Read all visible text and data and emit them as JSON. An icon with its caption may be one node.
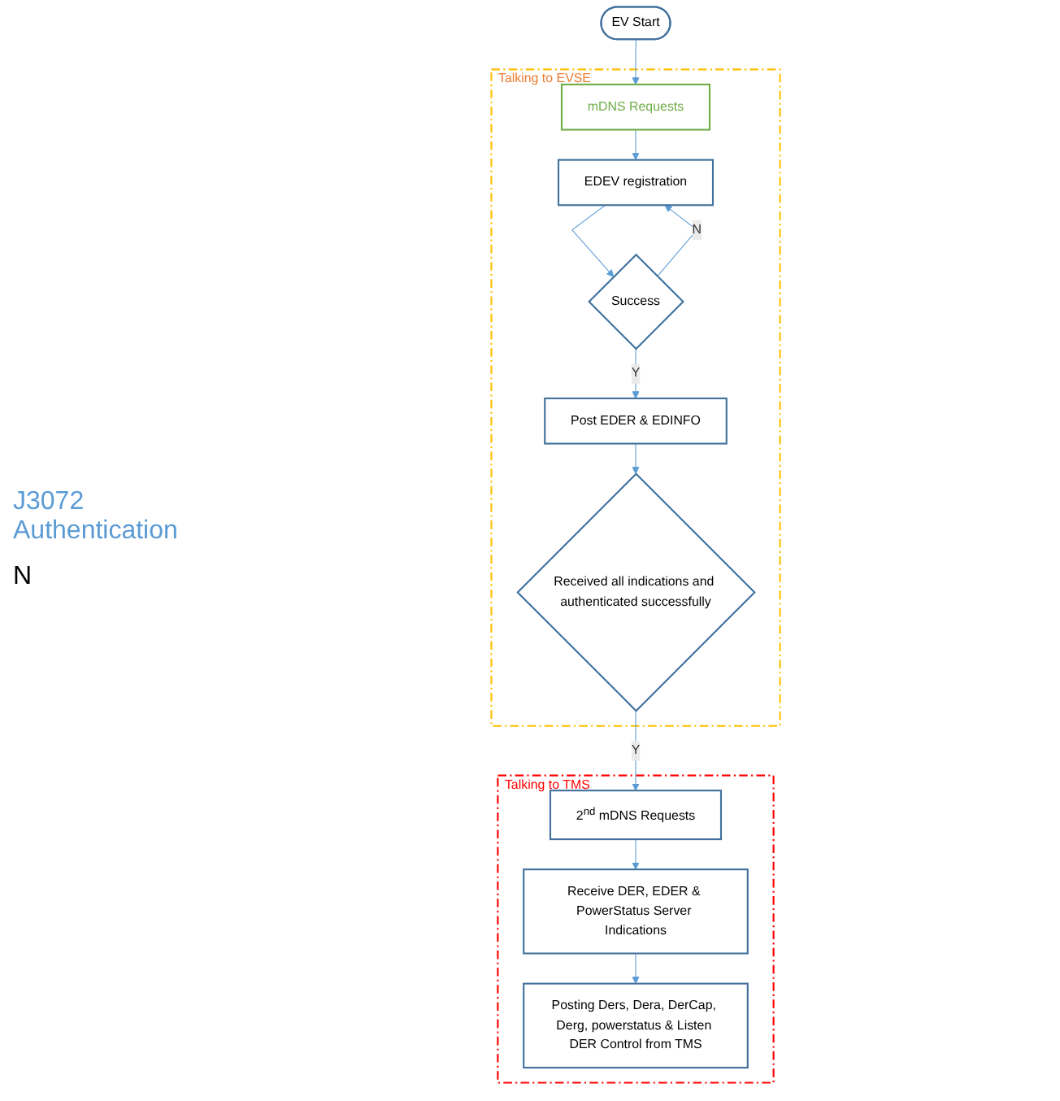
{
  "diagram": {
    "nodes": [
      {
        "text": [
          "Talking to EVSE"
        ]
      },
      {
        "text": [
          "Talking to TMS"
        ]
      },
      {
        "text": [
          "EV Start"
        ]
      },
      {
        "text": [
          "mDNS Requests"
        ],
        "in": 0
      },
      {
        "text": [
          "EDEV registration"
        ],
        "in": 0
      },
      {
        "text": [
          "Success"
        ],
        "in": 0
      },
      {
        "text": [
          "Post EDER & EDINFO"
        ],
        "in": 0
      },
      {
        "text": [
          "Received all indications and authenticated successfully"
        ],
        "in": 0
      },
      {
        "text": [
          "2$^{nd}$ mDNS Requests"
        ],
        "in": 1
      },
      {
        "text": [
          "Receive DER, EDER & PowerStatus Server Indications"
        ],
        "in": 1
      },
      {
        "text": [
          "Posting Ders, Dera, DerCap, Derg, powerstatus & Listen DER Control from TMS"
        ],
        "in": 1
      }
    ],
    "edges": [
      {
        "from": 2,
        "to": 3,
        "arrow": "to"
      },
      {
        "from": 3,
        "to": 4,
        "arrow": "to"
      },
      {
        "from": 4,
        "to": 5,
        "arrow": "to"
      },
      {
        "from": 5,
        "to": 4,
        "arrow": "to",
        "label": "N"
      },
      {
        "from": 5,
        "to": 6,
        "arrow": "to",
        "label": "Y"
      },
      {
        "from": 6,
        "to": 7,
        "arrow": "to"
      },
      {
        "from": 7,
        "to": 8,
        "arrow": "to",
        "label": "Y"
      },
      {
        "from": 8,
        "to": 9,
        "arrow": "to"
      },
      {
        "from": 9,
        "to": 10,
        "arrow": "to"
      }
    ],
    "labels": [
      "J3072 Authentication",
      "N"
    ]
  }
}
